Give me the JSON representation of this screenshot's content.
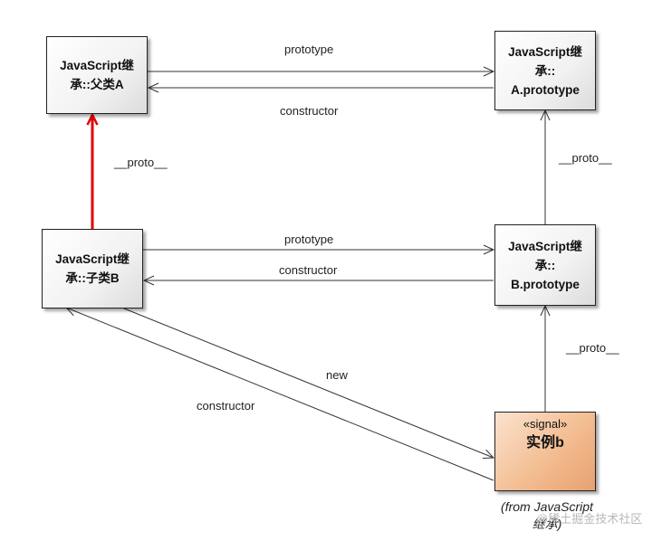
{
  "nodes": {
    "parent_a": {
      "line1": "JavaScript继",
      "line2": "承::父类A"
    },
    "a_prototype": {
      "line1": "JavaScript继",
      "line2": "承::",
      "line3": "A.prototype"
    },
    "child_b": {
      "line1": "JavaScript继",
      "line2": "承::子类B"
    },
    "b_prototype": {
      "line1": "JavaScript继",
      "line2": "承::",
      "line3": "B.prototype"
    },
    "instance_b": {
      "stereotype": "«signal»",
      "title": "实例b",
      "from_line1": "(from JavaScript",
      "from_line2": "继承)"
    }
  },
  "edges": {
    "a_prototype_label": "prototype",
    "a_constructor_label": "constructor",
    "b_child_proto_label": "__proto__",
    "a_proto_label": "__proto__",
    "b_prototype_label": "prototype",
    "b_constructor_label": "constructor",
    "instance_proto_label": "__proto__",
    "new_label": "new",
    "instance_constructor_label": "constructor"
  },
  "colors": {
    "line": "#333333",
    "highlight": "#e00000",
    "signal_fill": "#f3bd92"
  },
  "watermark": "@稀土掘金技术社区"
}
